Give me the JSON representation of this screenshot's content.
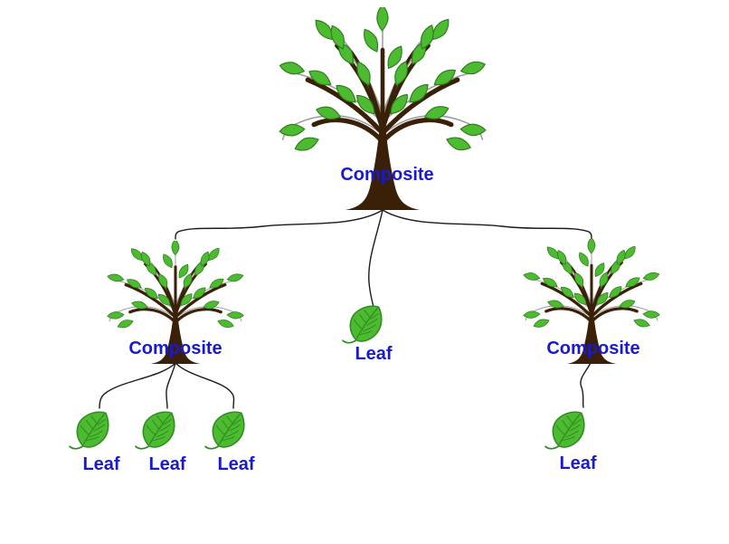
{
  "diagram": {
    "kind": "tree-diagram",
    "colors": {
      "label": "#1a1acd",
      "leaf_fill": "#4cbb2f",
      "leaf_stroke": "#2e8b22",
      "trunk": "#3b2008",
      "twig": "#9a9a9a",
      "edge": "#1b1b1b",
      "background": "#ffffff"
    },
    "nodes": [
      {
        "id": "root",
        "kind": "composite",
        "label": "Composite",
        "icon": "tree-icon"
      },
      {
        "id": "composite-left",
        "kind": "composite",
        "label": "Composite",
        "icon": "tree-icon"
      },
      {
        "id": "leaf-middle",
        "kind": "leaf",
        "label": "Leaf",
        "icon": "leaf-icon"
      },
      {
        "id": "composite-right",
        "kind": "composite",
        "label": "Composite",
        "icon": "tree-icon"
      },
      {
        "id": "leaf-child-1",
        "kind": "leaf",
        "label": "Leaf",
        "icon": "leaf-icon"
      },
      {
        "id": "leaf-child-2",
        "kind": "leaf",
        "label": "Leaf",
        "icon": "leaf-icon"
      },
      {
        "id": "leaf-child-3",
        "kind": "leaf",
        "label": "Leaf",
        "icon": "leaf-icon"
      },
      {
        "id": "leaf-child-right",
        "kind": "leaf",
        "label": "Leaf",
        "icon": "leaf-icon"
      }
    ],
    "edges": [
      {
        "from": "root",
        "to": "composite-left"
      },
      {
        "from": "root",
        "to": "leaf-middle"
      },
      {
        "from": "root",
        "to": "composite-right"
      },
      {
        "from": "composite-left",
        "to": "leaf-child-1"
      },
      {
        "from": "composite-left",
        "to": "leaf-child-2"
      },
      {
        "from": "composite-left",
        "to": "leaf-child-3"
      },
      {
        "from": "composite-right",
        "to": "leaf-child-right"
      }
    ]
  }
}
